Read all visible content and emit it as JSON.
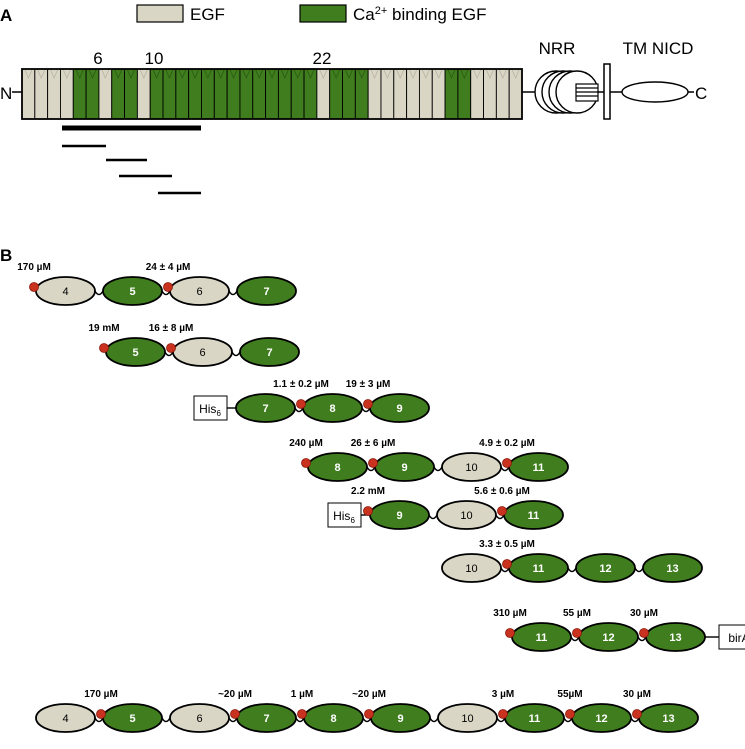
{
  "panelA": {
    "label": "A",
    "legend": {
      "egf": "EGF",
      "ca_prefix": "Ca",
      "ca_sup": "2+",
      "ca_suffix": " binding EGF"
    },
    "n_term": "N",
    "c_term": "C",
    "markers": [
      "6",
      "10",
      "22"
    ],
    "nrr": "NRR",
    "tm_nicd": "TM NICD",
    "domain_pattern": "bbbbggbggbgggggggggggggbgggbbbbbbggbbbb",
    "colors": {
      "egf_fill": "#d9d6c6",
      "ca_fill": "#3f7d1e",
      "dark_green": "#2a5a12",
      "line": "#000000",
      "bg": "#ffffff"
    }
  },
  "panelB": {
    "label": "B",
    "red_dot": "#c8321e",
    "his6": {
      "main": "His",
      "sub": "6"
    },
    "birA": "birA",
    "constructs": [
      {
        "beads": [
          [
            "4",
            "b"
          ],
          [
            "5",
            "g"
          ],
          [
            "6",
            "b"
          ],
          [
            "7",
            "g"
          ]
        ],
        "kds": [
          "170 µM",
          "24 ± 4 µM"
        ]
      },
      {
        "beads": [
          [
            "5",
            "g"
          ],
          [
            "6",
            "b"
          ],
          [
            "7",
            "g"
          ]
        ],
        "kds": [
          "19 mM",
          "16 ± 8 µM"
        ]
      },
      {
        "beads": [
          [
            "7",
            "g"
          ],
          [
            "8",
            "g"
          ],
          [
            "9",
            "g"
          ]
        ],
        "kds": [
          "1.1 ± 0.2 µM",
          "19 ± 3 µM"
        ]
      },
      {
        "beads": [
          [
            "8",
            "g"
          ],
          [
            "9",
            "g"
          ],
          [
            "10",
            "b"
          ],
          [
            "11",
            "g"
          ]
        ],
        "kds": [
          "240 µM",
          "26 ± 6 µM",
          "4.9 ± 0.2 µM"
        ]
      },
      {
        "beads": [
          [
            "9",
            "g"
          ],
          [
            "10",
            "b"
          ],
          [
            "11",
            "g"
          ]
        ],
        "kds": [
          "2.2 mM",
          "5.6 ± 0.6 µM"
        ]
      },
      {
        "beads": [
          [
            "10",
            "b"
          ],
          [
            "11",
            "g"
          ],
          [
            "12",
            "g"
          ],
          [
            "13",
            "g"
          ]
        ],
        "kds": [
          "3.3 ± 0.5 µM"
        ]
      },
      {
        "beads": [
          [
            "11",
            "g"
          ],
          [
            "12",
            "g"
          ],
          [
            "13",
            "g"
          ]
        ],
        "kds": [
          "310 µM",
          "55 µM",
          "30 µM"
        ]
      },
      {
        "beads": [
          [
            "4",
            "b"
          ],
          [
            "5",
            "g"
          ],
          [
            "6",
            "b"
          ],
          [
            "7",
            "g"
          ],
          [
            "8",
            "g"
          ],
          [
            "9",
            "g"
          ],
          [
            "10",
            "b"
          ],
          [
            "11",
            "g"
          ],
          [
            "12",
            "g"
          ],
          [
            "13",
            "g"
          ]
        ],
        "kds": [
          "170 µM",
          "~20 µM",
          "1 µM",
          "~20 µM",
          "3 µM",
          "55µM",
          "30 µM"
        ]
      }
    ]
  }
}
